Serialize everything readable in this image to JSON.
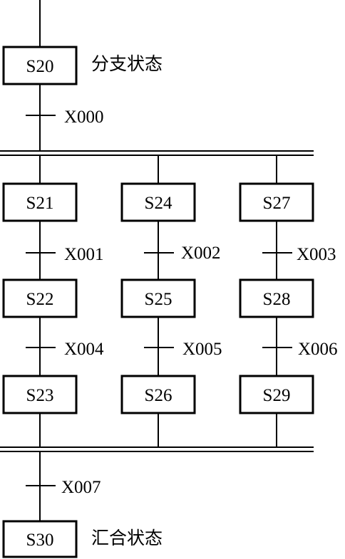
{
  "diagram": {
    "initial_step": {
      "label": "S20",
      "note": "分支状态"
    },
    "split_transition": "X000",
    "branches": [
      {
        "steps": [
          "S21",
          "S22",
          "S23"
        ],
        "transitions": [
          "X001",
          "X004"
        ]
      },
      {
        "steps": [
          "S24",
          "S25",
          "S26"
        ],
        "transitions": [
          "X002",
          "X005"
        ]
      },
      {
        "steps": [
          "S27",
          "S28",
          "S29"
        ],
        "transitions": [
          "X003",
          "X006"
        ]
      }
    ],
    "merge_transition": "X007",
    "final_step": {
      "label": "S30",
      "note": "汇合状态"
    }
  }
}
